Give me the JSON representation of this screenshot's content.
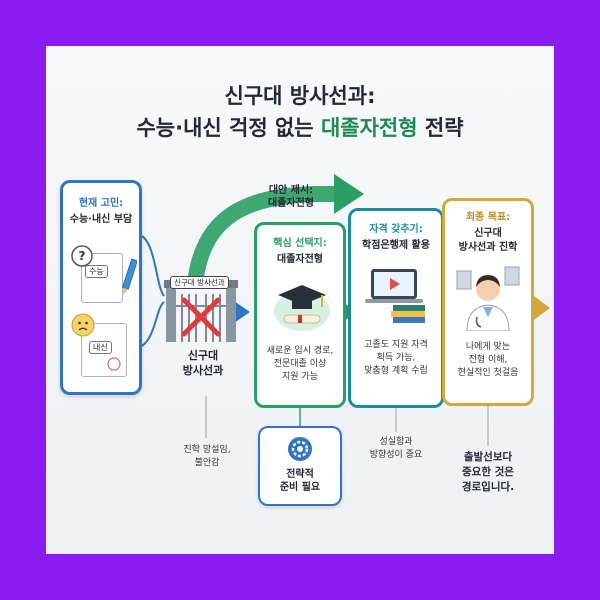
{
  "title": {
    "line1": "신구대 방사선과:",
    "line2_part1": "수능·내신 걱정 없는",
    "line2_highlight": "대졸자전형",
    "line2_part2": "전략"
  },
  "current": {
    "heading": "현재 고민:",
    "subheading": "수능·내신 부담",
    "doc1_label": "수능",
    "doc2_label": "내신"
  },
  "gate": {
    "sign": "신구대 방사선과",
    "label_line1": "신구대",
    "label_line2": "방사선과",
    "caption_line1": "진학 망설임,",
    "caption_line2": "불안감"
  },
  "arrow_banner": {
    "line1": "대안 제시:",
    "line2": "대졸자전형"
  },
  "core": {
    "heading": "핵심 선택지:",
    "subheading": "대졸자전형",
    "body_line1": "새로운 입시 경로,",
    "body_line2": "전문대졸 이상",
    "body_line3": "지원 가능"
  },
  "strategy": {
    "line1": "전략적",
    "line2": "준비 필요"
  },
  "qualify": {
    "heading": "자격 갖추기:",
    "subheading": "학점은행제 활용",
    "body_line1": "고졸도 지원 자격",
    "body_line2": "획득 가능,",
    "body_line3": "맞춤형 계획 수립",
    "caption_line1": "성실함과",
    "caption_line2": "방향성이 중요"
  },
  "goal": {
    "heading": "최종 목표:",
    "subheading1": "신구대",
    "subheading2": "방사선과 진학",
    "body_line1": "나에게 맞는",
    "body_line2": "전형 이해,",
    "body_line3": "현실적인 첫걸음",
    "caption_line1": "출발선보다",
    "caption_line2": "중요한 것은",
    "caption_line3": "경로입니다."
  },
  "colors": {
    "frame": "#8a1cf0",
    "blue": "#2f74c5",
    "green": "#2a9e64",
    "teal": "#1d8aa6",
    "gold": "#d3a83f",
    "title_highlight": "#1c8a52"
  }
}
